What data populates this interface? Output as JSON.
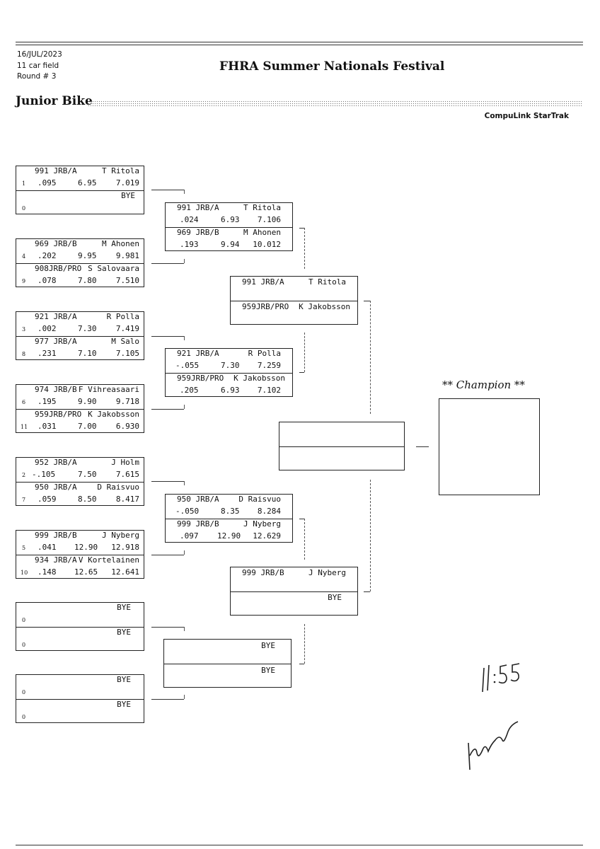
{
  "header": {
    "date": "16/JUL/2023",
    "field": "11 car field",
    "round": "Round # 3",
    "title": "FHRA Summer Nationals Festival",
    "class_name": "Junior Bike",
    "vendor": "CompuLink StarTrak"
  },
  "champion": {
    "label": "** Champion **"
  },
  "handwriting": {
    "time": "11:55",
    "initials": "signature"
  },
  "round1": [
    {
      "top": {
        "seed": "1",
        "num": "991 JRB/A",
        "name": "T Ritola",
        "rt": ".095",
        "dial": "6.95",
        "et": "7.019"
      },
      "bottom": {
        "seed": "0",
        "num": "",
        "name": "BYE",
        "rt": "",
        "dial": "",
        "et": ""
      }
    },
    {
      "top": {
        "seed": "4",
        "num": "969 JRB/B",
        "name": "M Ahonen",
        "rt": ".202",
        "dial": "9.95",
        "et": "9.981"
      },
      "bottom": {
        "seed": "9",
        "num": "908JRB/PRO",
        "name": "S Salovaara",
        "rt": ".078",
        "dial": "7.80",
        "et": "7.510"
      }
    },
    {
      "top": {
        "seed": "3",
        "num": "921 JRB/A",
        "name": "R Polla",
        "rt": ".002",
        "dial": "7.30",
        "et": "7.419"
      },
      "bottom": {
        "seed": "8",
        "num": "977 JRB/A",
        "name": "M Salo",
        "rt": ".231",
        "dial": "7.10",
        "et": "7.105"
      }
    },
    {
      "top": {
        "seed": "6",
        "num": "974 JRB/B",
        "name": "F Vihreasaari",
        "rt": ".195",
        "dial": "9.90",
        "et": "9.718"
      },
      "bottom": {
        "seed": "11",
        "num": "959JRB/PRO",
        "name": "K Jakobsson",
        "rt": ".031",
        "dial": "7.00",
        "et": "6.930"
      }
    },
    {
      "top": {
        "seed": "2",
        "num": "952 JRB/A",
        "name": "J Holm",
        "rt": "-.105",
        "dial": "7.50",
        "et": "7.615"
      },
      "bottom": {
        "seed": "7",
        "num": "950 JRB/A",
        "name": "D Raisvuo",
        "rt": ".059",
        "dial": "8.50",
        "et": "8.417"
      }
    },
    {
      "top": {
        "seed": "5",
        "num": "999 JRB/B",
        "name": "J Nyberg",
        "rt": ".041",
        "dial": "12.90",
        "et": "12.918"
      },
      "bottom": {
        "seed": "10",
        "num": "934 JRB/A",
        "name": "V Kortelainen",
        "rt": ".148",
        "dial": "12.65",
        "et": "12.641"
      }
    },
    {
      "top": {
        "seed": "0",
        "num": "",
        "name": "BYE",
        "rt": "",
        "dial": "",
        "et": ""
      },
      "bottom": {
        "seed": "0",
        "num": "",
        "name": "BYE",
        "rt": "",
        "dial": "",
        "et": ""
      }
    },
    {
      "top": {
        "seed": "0",
        "num": "",
        "name": "BYE",
        "rt": "",
        "dial": "",
        "et": ""
      },
      "bottom": {
        "seed": "0",
        "num": "",
        "name": "BYE",
        "rt": "",
        "dial": "",
        "et": ""
      }
    }
  ],
  "round2": [
    {
      "top": {
        "num": "991 JRB/A",
        "name": "T Ritola",
        "rt": ".024",
        "dial": "6.93",
        "et": "7.106"
      },
      "bottom": {
        "num": "969 JRB/B",
        "name": "M Ahonen",
        "rt": ".193",
        "dial": "9.94",
        "et": "10.012"
      }
    },
    {
      "top": {
        "num": "921 JRB/A",
        "name": "R Polla",
        "rt": "-.055",
        "dial": "7.30",
        "et": "7.259"
      },
      "bottom": {
        "num": "959JRB/PRO",
        "name": "K Jakobsson",
        "rt": ".205",
        "dial": "6.93",
        "et": "7.102"
      }
    },
    {
      "top": {
        "num": "950 JRB/A",
        "name": "D Raisvuo",
        "rt": "-.050",
        "dial": "8.35",
        "et": "8.284"
      },
      "bottom": {
        "num": "999 JRB/B",
        "name": "J Nyberg",
        "rt": ".097",
        "dial": "12.90",
        "et": "12.629"
      }
    },
    {
      "top": {
        "num": "",
        "name": "BYE",
        "rt": "",
        "dial": "",
        "et": ""
      },
      "bottom": {
        "num": "",
        "name": "BYE",
        "rt": "",
        "dial": "",
        "et": ""
      }
    }
  ],
  "semis": [
    {
      "top": {
        "num": "991 JRB/A",
        "name": "T Ritola"
      },
      "bottom": {
        "num": "959JRB/PRO",
        "name": "K Jakobsson"
      }
    },
    {
      "top": {
        "num": "999 JRB/B",
        "name": "J Nyberg"
      },
      "bottom": {
        "num": "",
        "name": "BYE"
      }
    }
  ],
  "final": {
    "top": {
      "num": "",
      "name": ""
    },
    "bottom": {
      "num": "",
      "name": ""
    }
  }
}
